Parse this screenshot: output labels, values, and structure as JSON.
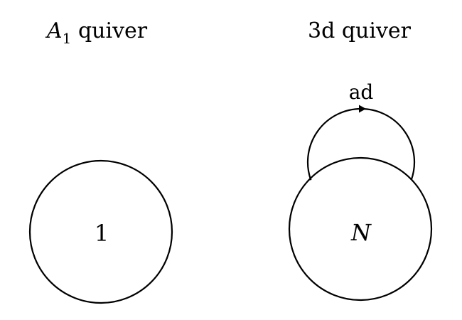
{
  "left_quiver": {
    "title_main": "A",
    "title_sub": "1",
    "title_rest": " quiver",
    "node_label": "1"
  },
  "right_quiver": {
    "title": "3d quiver",
    "node_label": "N",
    "loop_label": "ad"
  }
}
